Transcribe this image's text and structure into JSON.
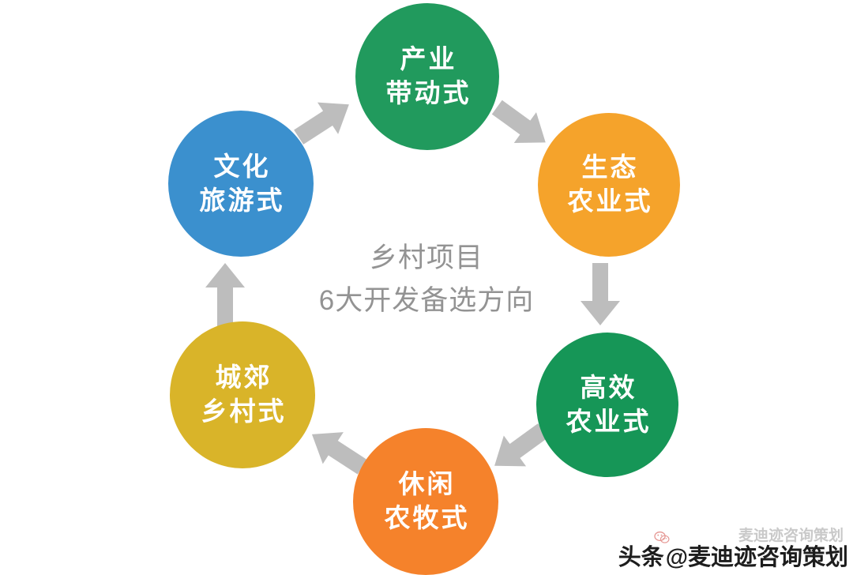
{
  "diagram": {
    "center_caption": {
      "line1": "乡村项目",
      "line2": "6大开发备选方向",
      "color": "#939393"
    },
    "nodes": [
      {
        "id": "industry",
        "line1": "产业",
        "line2": "带动式",
        "color": "#219a5d",
        "position": "top"
      },
      {
        "id": "eco",
        "line1": "生态",
        "line2": "农业式",
        "color": "#f5a32b",
        "position": "top-right"
      },
      {
        "id": "efficient",
        "line1": "高效",
        "line2": "农业式",
        "color": "#169657",
        "position": "bottom-right"
      },
      {
        "id": "leisure",
        "line1": "休闲",
        "line2": "农牧式",
        "color": "#f5822b",
        "position": "bottom"
      },
      {
        "id": "suburb",
        "line1": "城郊",
        "line2": "乡村式",
        "color": "#d9b429",
        "position": "bottom-left"
      },
      {
        "id": "culture",
        "line1": "文化",
        "line2": "旅游式",
        "color": "#3b90ce",
        "position": "top-left"
      }
    ],
    "arrows": [
      {
        "id": "culture-to-industry",
        "from": "culture",
        "to": "industry",
        "direction": "up-right",
        "color": "#bdbdbd"
      },
      {
        "id": "industry-to-eco",
        "from": "industry",
        "to": "eco",
        "direction": "down-right",
        "color": "#bdbdbd"
      },
      {
        "id": "eco-to-efficient",
        "from": "eco",
        "to": "efficient",
        "direction": "down",
        "color": "#bdbdbd"
      },
      {
        "id": "efficient-to-leisure",
        "from": "efficient",
        "to": "leisure",
        "direction": "down-left",
        "color": "#bdbdbd"
      },
      {
        "id": "leisure-to-suburb",
        "from": "leisure",
        "to": "suburb",
        "direction": "up-left",
        "color": "#bdbdbd"
      },
      {
        "id": "suburb-to-culture",
        "from": "suburb",
        "to": "culture",
        "direction": "up",
        "color": "#bdbdbd"
      }
    ]
  },
  "watermark": {
    "platform": "头条",
    "handle": "@麦迪迹咨询策划",
    "ghost_text": "麦迪迹咨询策划",
    "badge_icon": "wechat-badge-icon"
  }
}
